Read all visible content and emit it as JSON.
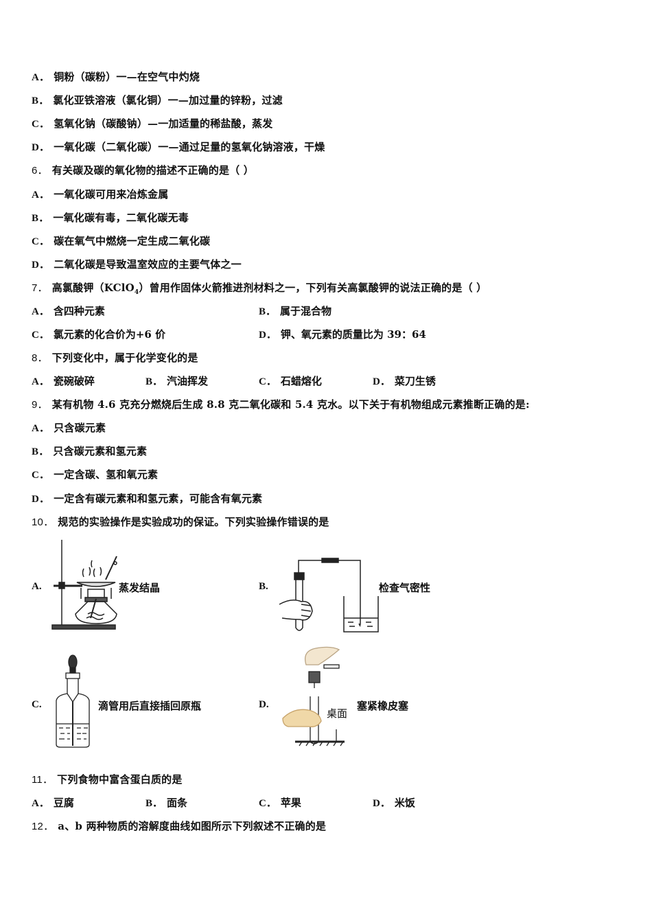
{
  "q5_options": [
    {
      "letter": "A．",
      "text": "铜粉（碳粉）一—在空气中灼烧"
    },
    {
      "letter": "B．",
      "text": "氯化亚铁溶液（氯化铜）一—加过量的锌粉，过滤"
    },
    {
      "letter": "C．",
      "text": "氢氧化钠（碳酸钠）—一加适量的稀盐酸，蒸发"
    },
    {
      "letter": "D．",
      "text": "一氧化碳（二氧化碳）一—通过足量的氢氧化钠溶液，干燥"
    }
  ],
  "q6": {
    "number": "6．",
    "stem": "有关碳及碳的氧化物的描述不正确的是（ ）",
    "options": [
      {
        "letter": "A．",
        "text": "一氧化碳可用来冶炼金属"
      },
      {
        "letter": "B．",
        "text": "一氧化碳有毒，二氧化碳无毒"
      },
      {
        "letter": "C．",
        "text": "碳在氧气中燃烧一定生成二氧化碳"
      },
      {
        "letter": "D．",
        "text": "二氧化碳是导致温室效应的主要气体之一"
      }
    ]
  },
  "q7": {
    "number": "7．",
    "stem_pre": "高氯酸钾（KClO",
    "stem_sub": "4",
    "stem_post": "）曾用作固体火箭推进剂材料之一，下列有关高氯酸钾的说法正确的是（   ）",
    "options": [
      {
        "letter": "A．",
        "text": "含四种元素"
      },
      {
        "letter": "B．",
        "text": "属于混合物"
      },
      {
        "letter": "C．",
        "text": "氯元素的化合价为+6 价"
      },
      {
        "letter": "D．",
        "text": "钾、氧元素的质量比为 39：64"
      }
    ]
  },
  "q8": {
    "number": "8．",
    "stem": "下列变化中，属于化学变化的是",
    "options": [
      {
        "letter": "A．",
        "text": "瓷碗破碎"
      },
      {
        "letter": "B．",
        "text": "汽油挥发"
      },
      {
        "letter": "C．",
        "text": "石蜡熔化"
      },
      {
        "letter": "D．",
        "text": "菜刀生锈"
      }
    ]
  },
  "q9": {
    "number": "9．",
    "stem": "某有机物 4.6 克充分燃烧后生成 8.8 克二氧化碳和 5.4 克水。以下关于有机物组成元素推断正确的是:",
    "options": [
      {
        "letter": "A．",
        "text": "只含碳元素"
      },
      {
        "letter": "B．",
        "text": "只含碳元素和氢元素"
      },
      {
        "letter": "C．",
        "text": "一定含碳、氢和氧元素"
      },
      {
        "letter": "D．",
        "text": "一定含有碳元素和和氢元素，可能含有氧元素"
      }
    ]
  },
  "q10": {
    "number": "10．",
    "stem": "规范的实验操作是实验成功的保证。下列实验操作错误的是",
    "figures": [
      {
        "letter": "A.",
        "caption": "蒸发结晶"
      },
      {
        "letter": "B.",
        "caption": "检查气密性"
      },
      {
        "letter": "C.",
        "caption": "滴管用后直接插回原瓶"
      },
      {
        "letter": "D.",
        "caption": "塞紧橡皮塞",
        "inner_label": "桌面"
      }
    ]
  },
  "q11": {
    "number": "11．",
    "stem": "下列食物中富含蛋白质的是",
    "options": [
      {
        "letter": "A．",
        "text": "豆腐"
      },
      {
        "letter": "B．",
        "text": "面条"
      },
      {
        "letter": "C．",
        "text": "苹果"
      },
      {
        "letter": "D．",
        "text": "米饭"
      }
    ]
  },
  "q12": {
    "number": "12．",
    "stem": "a、b 两种物质的溶解度曲线如图所示下列叙述不正确的是"
  }
}
